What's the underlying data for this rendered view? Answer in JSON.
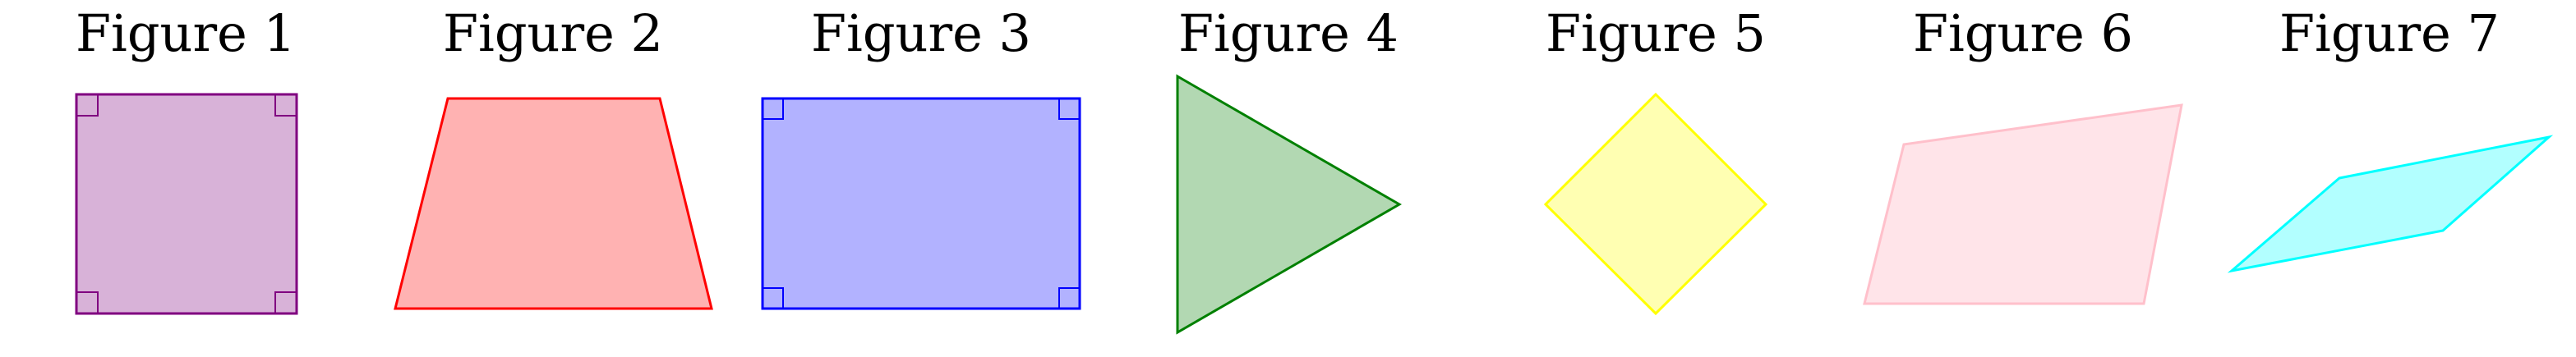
{
  "figures": [
    {
      "label": "Figure 1",
      "shape": "square",
      "fill": "#d8b2d8",
      "stroke": "#800080",
      "right_angle_marks": true
    },
    {
      "label": "Figure 2",
      "shape": "trapezoid",
      "fill": "#ffb2b2",
      "stroke": "#ff0000",
      "right_angle_marks": false
    },
    {
      "label": "Figure 3",
      "shape": "rectangle",
      "fill": "#b2b2ff",
      "stroke": "#0000ff",
      "right_angle_marks": true
    },
    {
      "label": "Figure 4",
      "shape": "triangle",
      "fill": "#b2d8b2",
      "stroke": "#008000",
      "right_angle_marks": false
    },
    {
      "label": "Figure 5",
      "shape": "rhombus",
      "fill": "#ffffb2",
      "stroke": "#ffff00",
      "right_angle_marks": false
    },
    {
      "label": "Figure 6",
      "shape": "quadrilateral",
      "fill": "#ffe4e9",
      "stroke": "#ffc0cb",
      "right_angle_marks": false
    },
    {
      "label": "Figure 7",
      "shape": "parallelogram",
      "fill": "#b2ffff",
      "stroke": "#00ffff",
      "right_angle_marks": false
    }
  ]
}
